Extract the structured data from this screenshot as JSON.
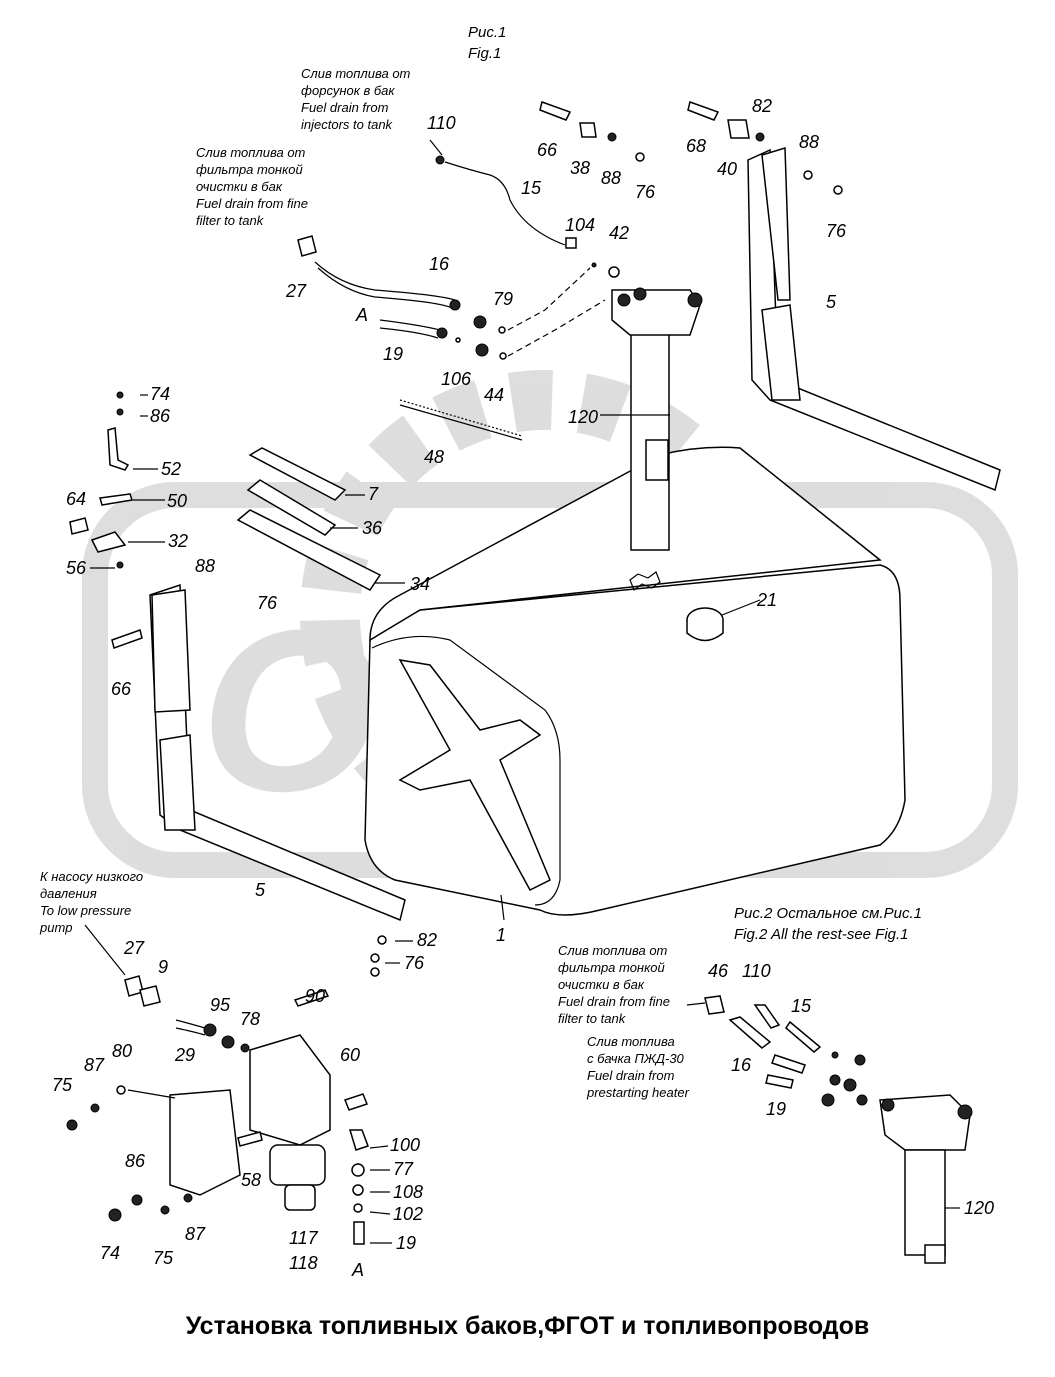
{
  "figures": {
    "fig1_ru": "Рис.1",
    "fig1_en": "Fig.1",
    "fig2_line1": "Рис.2  Остальное см.Рис.1",
    "fig2_line2": "Fig.2  All the rest-see Fig.1"
  },
  "notes": {
    "injectors": [
      "Слив топлива от",
      "форсунок в бак",
      "Fuel drain from",
      "injectors to tank"
    ],
    "fine_filter": [
      "Слив топлива от",
      "фильтра тонкой",
      "очистки в бак",
      "Fuel drain from fine",
      "filter to tank"
    ],
    "low_pressure": [
      "К насосу низкого",
      "давления",
      "To low pressure",
      "pump"
    ],
    "fine_filter_fig2": [
      "Слив топлива от",
      "фильтра тонкой",
      "очистки в бак",
      "Fuel drain from fine",
      "filter to tank"
    ],
    "heater": [
      "Слив топлива",
      "с бачка ПЖД-30",
      "Fuel drain from",
      "prestarting heater"
    ]
  },
  "watermark": "OPEX",
  "caption": "Установка топливных баков,ФГОТ и топливопроводов",
  "part_labels": [
    "110",
    "66",
    "38",
    "88",
    "76",
    "68",
    "82",
    "40",
    "88",
    "76",
    "15",
    "104",
    "42",
    "16",
    "27",
    "79",
    "A",
    "19",
    "106",
    "44",
    "5",
    "120",
    "74",
    "86",
    "52",
    "48",
    "7",
    "50",
    "64",
    "36",
    "32",
    "56",
    "34",
    "88",
    "76",
    "21",
    "66",
    "5",
    "1",
    "82",
    "76",
    "27",
    "9",
    "95",
    "78",
    "90",
    "80",
    "87",
    "75",
    "29",
    "60",
    "100",
    "77",
    "108",
    "102",
    "19",
    "A",
    "86",
    "74",
    "75",
    "87",
    "58",
    "117",
    "118",
    "46",
    "110",
    "15",
    "16",
    "19",
    "120"
  ]
}
